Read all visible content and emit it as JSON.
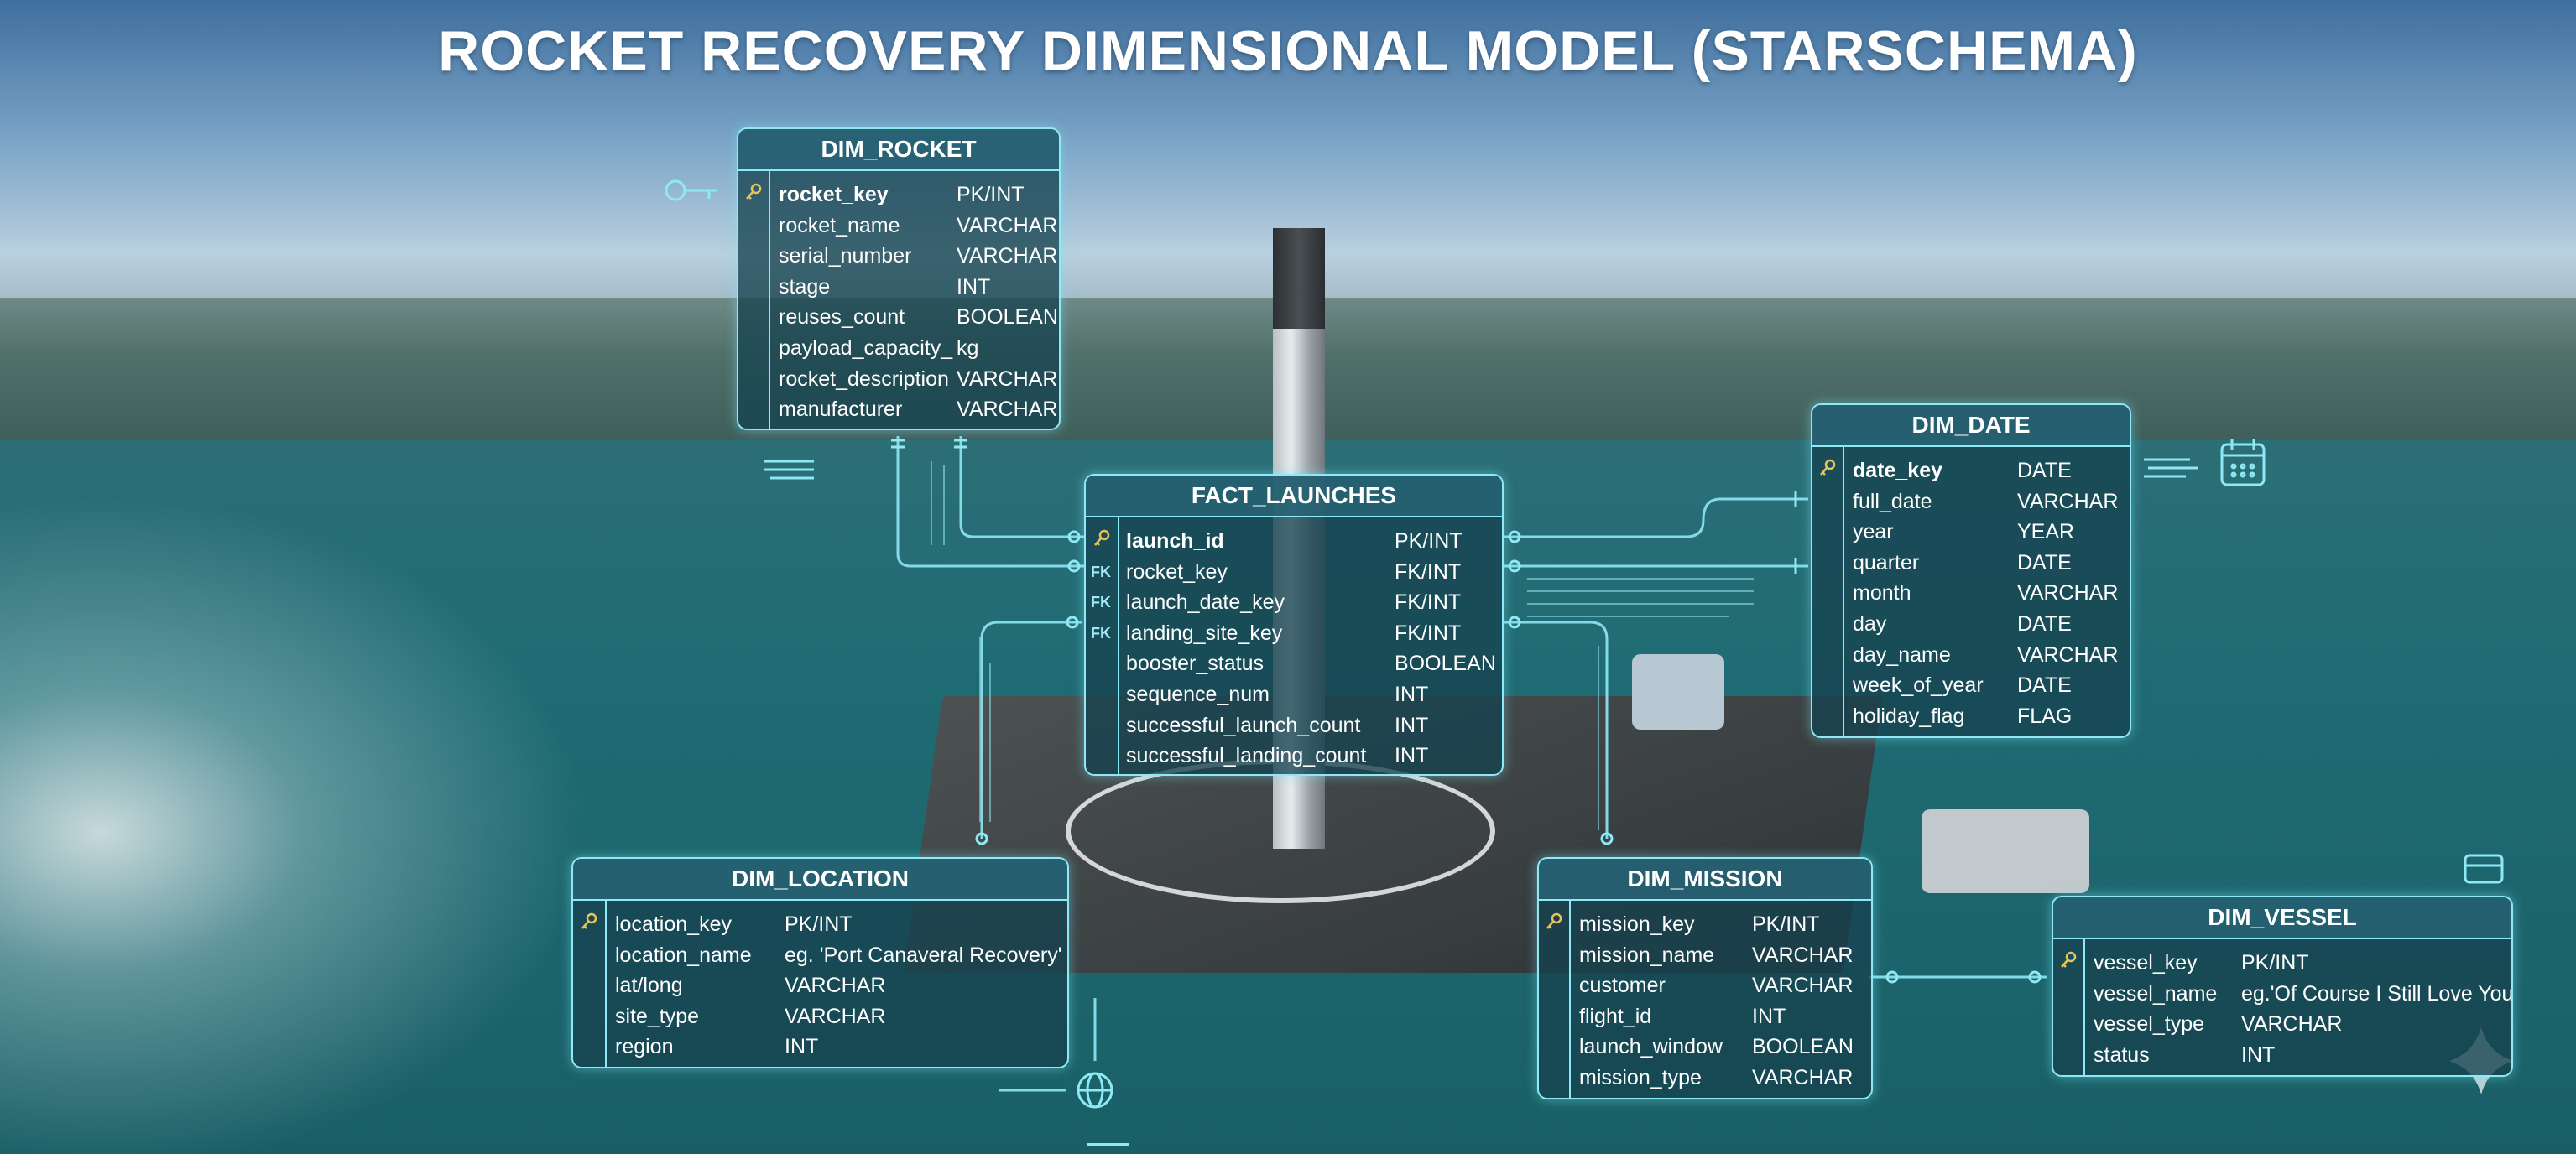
{
  "title": "ROCKET RECOVERY DIMENSIONAL MODEL (STARSCHEMA)",
  "colors": {
    "accent": "#8fe8f5",
    "panel": "#164250",
    "text": "#ffffff"
  },
  "tables": {
    "dim_rocket": {
      "name": "DIM_ROCKET",
      "rows": [
        {
          "name": "rocket_key",
          "type": "PK/INT"
        },
        {
          "name": "rocket_name",
          "type": "VARCHAR"
        },
        {
          "name": "serial_number",
          "type": "VARCHAR"
        },
        {
          "name": "stage",
          "type": "INT"
        },
        {
          "name": "reuses_count",
          "type": "BOOLEAN"
        },
        {
          "name": "payload_capacity_",
          "type": "kg"
        },
        {
          "name": "rocket_description",
          "type": "VARCHAR"
        },
        {
          "name": "manufacturer",
          "type": "VARCHAR"
        }
      ]
    },
    "fact_launches": {
      "name": "FACT_LAUNCHES",
      "fk_label": "FK",
      "rows": [
        {
          "name": "launch_id",
          "type": "PK/INT"
        },
        {
          "name": "rocket_key",
          "type": "FK/INT"
        },
        {
          "name": "launch_date_key",
          "type": "FK/INT"
        },
        {
          "name": "landing_site_key",
          "type": "FK/INT"
        },
        {
          "name": "booster_status",
          "type": "BOOLEAN"
        },
        {
          "name": "sequence_num",
          "type": "INT"
        },
        {
          "name": "successful_launch_count",
          "type": "INT"
        },
        {
          "name": "successful_landing_count",
          "type": "INT"
        }
      ]
    },
    "dim_date": {
      "name": "DIM_DATE",
      "rows": [
        {
          "name": "date_key",
          "type": "DATE"
        },
        {
          "name": "full_date",
          "type": "VARCHAR"
        },
        {
          "name": "year",
          "type": "YEAR"
        },
        {
          "name": "quarter",
          "type": "DATE"
        },
        {
          "name": "month",
          "type": "VARCHAR"
        },
        {
          "name": "day",
          "type": "DATE"
        },
        {
          "name": "day_name",
          "type": "VARCHAR"
        },
        {
          "name": "week_of_year",
          "type": "DATE"
        },
        {
          "name": "holiday_flag",
          "type": "FLAG"
        }
      ]
    },
    "dim_location": {
      "name": "DIM_LOCATION",
      "rows": [
        {
          "name": "location_key",
          "type": "PK/INT"
        },
        {
          "name": "location_name",
          "type": "eg. 'Port Canaveral Recovery'"
        },
        {
          "name": "lat/long",
          "type": "VARCHAR"
        },
        {
          "name": "site_type",
          "type": "VARCHAR"
        },
        {
          "name": "region",
          "type": "INT"
        }
      ]
    },
    "dim_mission": {
      "name": "DIM_MISSION",
      "rows": [
        {
          "name": "mission_key",
          "type": "PK/INT"
        },
        {
          "name": "mission_name",
          "type": "VARCHAR"
        },
        {
          "name": "customer",
          "type": "VARCHAR"
        },
        {
          "name": "flight_id",
          "type": "INT"
        },
        {
          "name": "launch_window",
          "type": "BOOLEAN"
        },
        {
          "name": "mission_type",
          "type": "VARCHAR"
        }
      ]
    },
    "dim_vessel": {
      "name": "DIM_VESSEL",
      "rows": [
        {
          "name": "vessel_key",
          "type": "PK/INT"
        },
        {
          "name": "vessel_name",
          "type": "eg.'Of Course I Still Love You'"
        },
        {
          "name": "vessel_type",
          "type": "VARCHAR"
        },
        {
          "name": "status",
          "type": "INT"
        }
      ]
    }
  }
}
